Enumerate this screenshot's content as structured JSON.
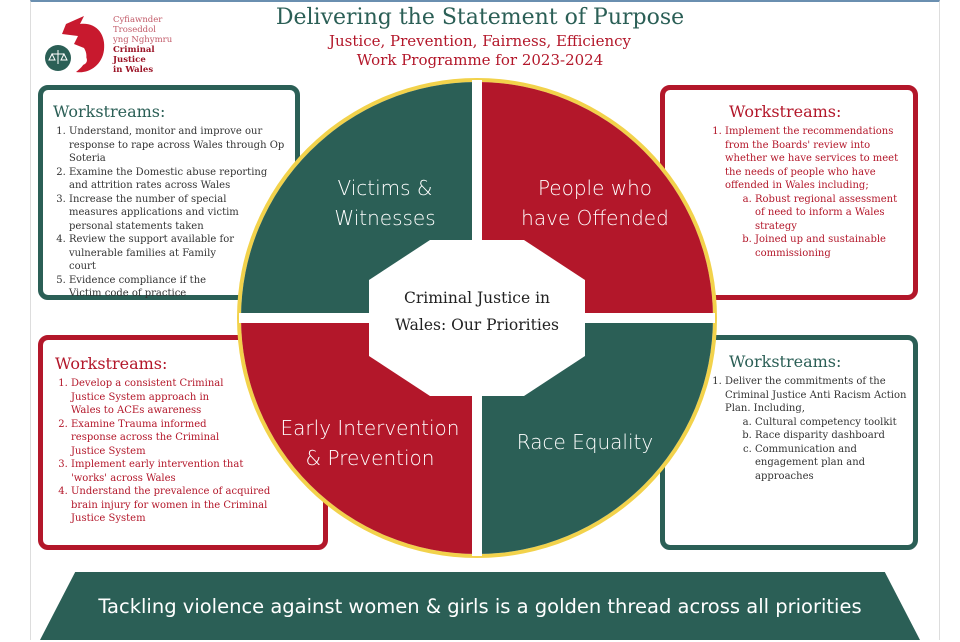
{
  "logo": {
    "welsh": [
      "Cyfiawnder",
      "Troseddol",
      "yng Nghymru"
    ],
    "english": [
      "Criminal",
      "Justice",
      "in Wales"
    ]
  },
  "header": {
    "title": "Delivering the Statement of Purpose",
    "subtitle": "Justice, Prevention, Fairness, Efficiency",
    "programme": "Work Programme for 2023-2024"
  },
  "center": {
    "line1": "Criminal Justice in",
    "line2": "Wales: Our Priorities"
  },
  "quadrants": {
    "tl": [
      "Victims &",
      "Witnesses"
    ],
    "tr": [
      "People who",
      "have Offended"
    ],
    "bl": [
      "Early Intervention",
      "& Prevention"
    ],
    "br": [
      "Race Equality"
    ]
  },
  "boxes": {
    "victims": {
      "heading": "Workstreams:",
      "items": [
        "Understand, monitor and improve our response to rape across Wales through Op Soteria",
        "Examine the Domestic abuse reporting and attrition rates across Wales",
        "Increase the number of  special measures applications  and victim personal statements taken",
        "Review the support available for vulnerable families at Family court",
        "Evidence compliance if the Victim code of practice"
      ]
    },
    "offenders": {
      "heading": "Workstreams:",
      "items": [
        "Implement the recommendations from the Boards' review into whether we have services to meet the needs of people who have offended in Wales including;"
      ],
      "sub": [
        "Robust regional assessment of need to inform a Wales strategy",
        "Joined up and sustainable commissioning"
      ]
    },
    "early": {
      "heading": "Workstreams:",
      "items": [
        "Develop a consistent Criminal Justice System approach in Wales to ACEs awareness",
        "Examine Trauma informed response across the Criminal Justice System",
        "Implement early intervention that 'works' across Wales",
        "Understand the prevalence of acquired brain injury for women in the Criminal Justice System"
      ]
    },
    "race": {
      "heading": "Workstreams:",
      "items": [
        "Deliver the commitments of the Criminal Justice Anti Racism Action Plan. Including,"
      ],
      "sub": [
        "Cultural competency toolkit",
        "Race disparity dashboard",
        "Communication and engagement plan and approaches"
      ]
    }
  },
  "banner": "Tackling violence against women & girls is a golden thread across all priorities",
  "colors": {
    "green": "#2b5f56",
    "red": "#b3172a",
    "gold": "#f2d24b"
  }
}
